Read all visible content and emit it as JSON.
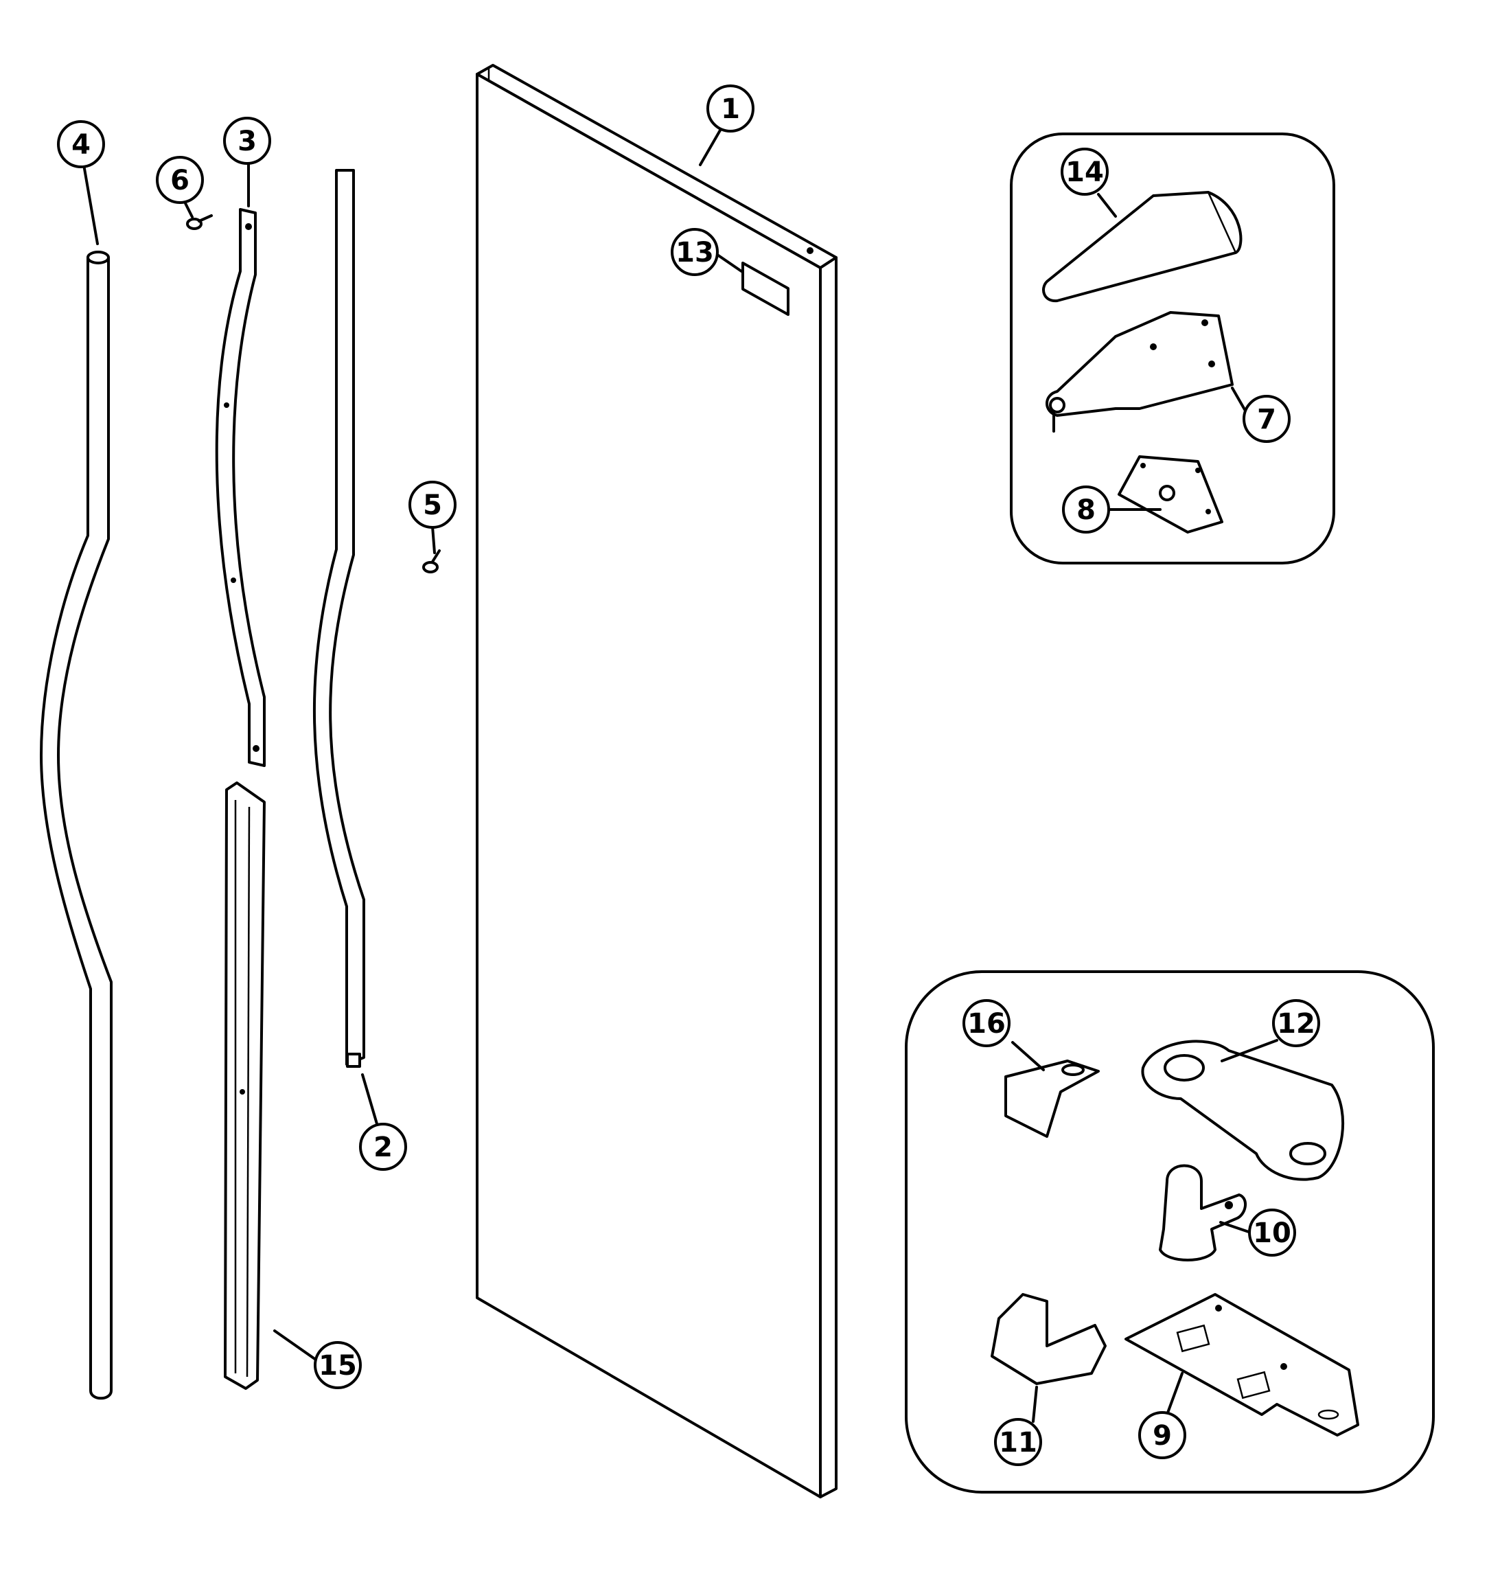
{
  "diagram": {
    "callouts": [
      {
        "id": "c1",
        "label": "1"
      },
      {
        "id": "c2",
        "label": "2"
      },
      {
        "id": "c3",
        "label": "3"
      },
      {
        "id": "c4",
        "label": "4"
      },
      {
        "id": "c5",
        "label": "5"
      },
      {
        "id": "c6",
        "label": "6"
      },
      {
        "id": "c7",
        "label": "7"
      },
      {
        "id": "c8",
        "label": "8"
      },
      {
        "id": "c9",
        "label": "9"
      },
      {
        "id": "c10",
        "label": "10"
      },
      {
        "id": "c11",
        "label": "11"
      },
      {
        "id": "c12",
        "label": "12"
      },
      {
        "id": "c13",
        "label": "13"
      },
      {
        "id": "c14",
        "label": "14"
      },
      {
        "id": "c15",
        "label": "15"
      },
      {
        "id": "c16",
        "label": "16"
      }
    ],
    "colors": {
      "line": "#000000",
      "background": "#ffffff"
    }
  }
}
